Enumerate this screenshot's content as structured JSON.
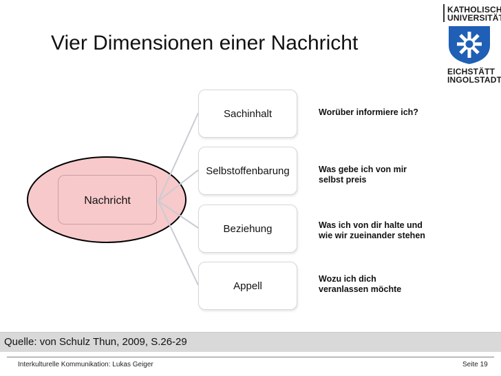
{
  "slide": {
    "title": "Vier Dimensionen einer Nachricht"
  },
  "logo": {
    "line1": "KATHOLISCHE",
    "line2": "UNIVERSITÄT",
    "line3": "EICHSTÄTT",
    "line4": "INGOLSTADT",
    "color": "#1f5fb5"
  },
  "diagram": {
    "center": "Nachricht",
    "center_fill": "#f7c9cb",
    "nodes": [
      {
        "label": "Sachinhalt",
        "description": [
          "Worüber informiere ich?"
        ]
      },
      {
        "label": "Selbstoffenbarung",
        "description": [
          "Was gebe ich von mir",
          "selbst preis"
        ]
      },
      {
        "label": "Beziehung",
        "description": [
          "Was ich von dir halte und",
          "wie wir zueinander stehen"
        ]
      },
      {
        "label": "Appell",
        "description": [
          "Wozu ich dich",
          "veranlassen möchte"
        ]
      }
    ]
  },
  "source": "Quelle: von Schulz Thun, 2009, S.26-29",
  "footer": {
    "left": "Interkulturelle Kommunikation: Lukas Geiger",
    "right": "Seite 19"
  }
}
